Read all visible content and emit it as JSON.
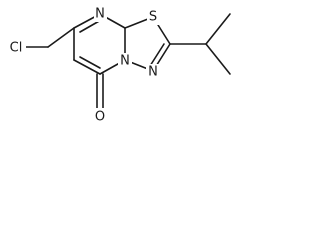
{
  "molecule": {
    "atoms": {
      "chlorine": "Cl",
      "nitrogen_top": "N",
      "sulfur": "S",
      "nitrogen_bridge": "N",
      "nitrogen_lower": "N",
      "oxygen": "O"
    }
  },
  "colors": {
    "bond": "#1a1a1a",
    "text": "#1a1a1a",
    "background": "#ffffff"
  }
}
